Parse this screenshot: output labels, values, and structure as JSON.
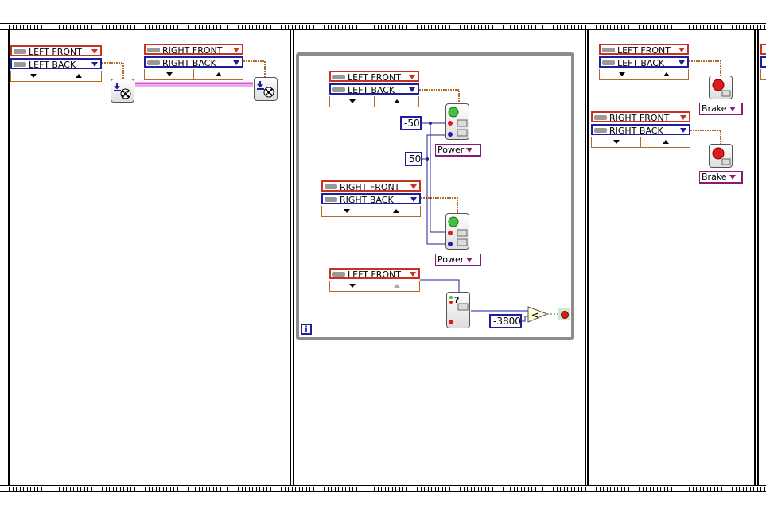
{
  "frame1": {
    "sel_a": {
      "port1": "LEFT FRONT",
      "port2": "LEFT BACK"
    },
    "sel_b": {
      "port1": "RIGHT FRONT",
      "port2": "RIGHT BACK"
    }
  },
  "frame2": {
    "sel_a": {
      "port1": "LEFT FRONT",
      "port2": "LEFT BACK"
    },
    "sel_b": {
      "port1": "RIGHT FRONT",
      "port2": "RIGHT BACK"
    },
    "sel_c": {
      "port1": "LEFT FRONT"
    },
    "const_neg50": "-50",
    "const_50": "50",
    "const_neg3800": "-3800",
    "mode_a": "Power",
    "mode_b": "Power",
    "compare_op": "<",
    "iteration_label": "i"
  },
  "frame3": {
    "sel_a": {
      "port1": "LEFT FRONT",
      "port2": "LEFT BACK"
    },
    "sel_b": {
      "port1": "RIGHT FRONT",
      "port2": "RIGHT BACK"
    },
    "mode_a": "Brake",
    "mode_b": "Brake"
  },
  "colors": {
    "port_red": "#c8321e",
    "port_blue": "#1f1f9e",
    "wire_brown": "#b36b2b",
    "wire_blue": "#1f1f9e",
    "wire_pink": "#e050e0",
    "loop_border": "#8c8c8c"
  }
}
